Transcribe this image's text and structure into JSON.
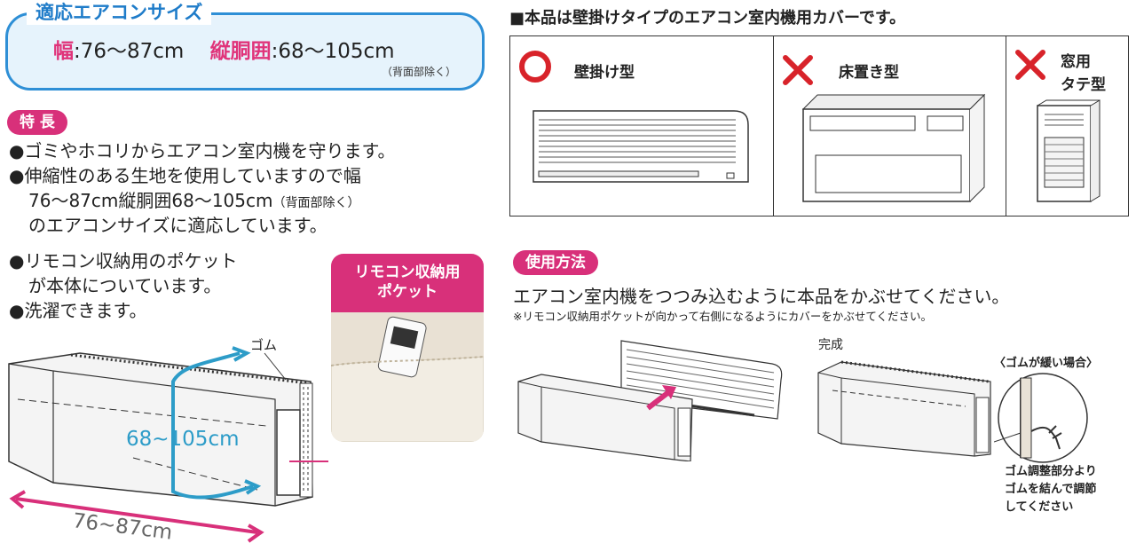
{
  "size": {
    "title": "適応エアコンサイズ",
    "width_label": "幅",
    "width_value": ":76〜87cm",
    "height_label": "縦胴囲",
    "height_value": ":68〜105cm",
    "note": "（背面部除く）"
  },
  "features": {
    "tag": "特 長",
    "items": [
      "●ゴミやホコリからエアコン室内機を守ります。",
      "●伸縮性のある生地を使用していますので幅",
      "76〜87cm縦胴囲68〜105cm",
      "（背面部除く）",
      "のエアコンサイズに適応しています。",
      "●リモコン収納用のポケット",
      "が本体についています。",
      "●洗濯できます。"
    ]
  },
  "pocket": {
    "line1": "リモコン収納用",
    "line2": "ポケット"
  },
  "diagram": {
    "gom": "ゴム",
    "height_dim": "68~105cm",
    "width_dim": "76~87cm"
  },
  "right": {
    "intro": "■本品は壁掛けタイプのエアコン室内機用カバーです。",
    "types": [
      {
        "mark": "○",
        "label": "壁掛け型"
      },
      {
        "mark": "×",
        "label": "床置き型"
      },
      {
        "mark": "×",
        "label_1": "窓用",
        "label_2": "タテ型"
      }
    ]
  },
  "usage": {
    "tag": "使用方法",
    "main": "エアコン室内機をつつみ込むように本品をかぶせてください。",
    "note": "※リモコン収納用ポケットが向かって右側になるようにカバーをかぶせてください。",
    "done": "完成",
    "loose": "〈ゴムが緩い場合〉",
    "adjust_1": "ゴム調整部分より",
    "adjust_2": "ゴムを結んで調節",
    "adjust_3": "してください"
  },
  "colors": {
    "blue": "#2e8fd6",
    "pink": "#d8307a",
    "red": "#d8232a",
    "cyan": "#2d9cc8"
  }
}
